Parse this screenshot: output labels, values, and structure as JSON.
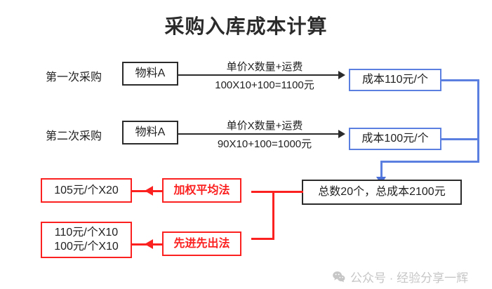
{
  "title": "采购入库成本计算",
  "rows": [
    {
      "label": "第一次采购",
      "material": "物料A",
      "formula_top": "单价X数量+运费",
      "formula_bottom": "100X10+100=1100元",
      "cost": "成本110元/个"
    },
    {
      "label": "第二次采购",
      "material": "物料A",
      "formula_top": "单价X数量+运费",
      "formula_bottom": "90X10+100=1000元",
      "cost": "成本100元/个"
    }
  ],
  "total": {
    "text": "总数20个，总成本2100元"
  },
  "methods": [
    {
      "name": "加权平均法",
      "result_line1": "105元/个X20",
      "result_line2": ""
    },
    {
      "name": "先进先出法",
      "result_line1": "110元/个X10",
      "result_line2": "100元/个X10"
    }
  ],
  "watermark": {
    "icon": "wechat-icon",
    "text": "公众号 · 经验分享一辉"
  },
  "colors": {
    "black": "#2b2b2b",
    "blue": "#5b7fe0",
    "red": "#fb2121",
    "watermark": "#c6c6c6"
  }
}
